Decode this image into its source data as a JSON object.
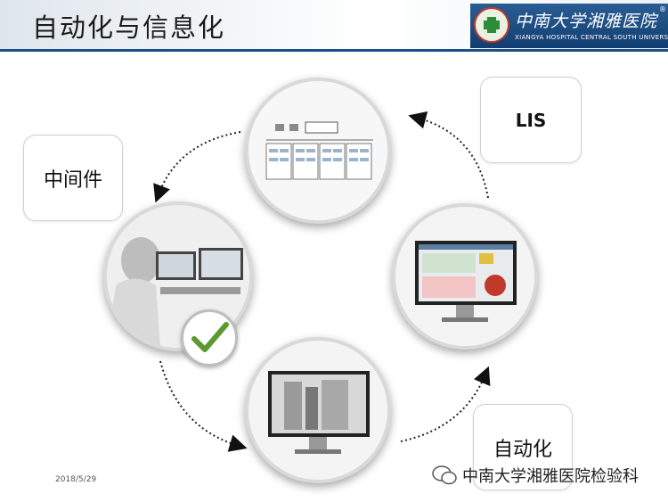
{
  "slide": {
    "title": "自动化与信息化",
    "logo": {
      "name_cn": "中南大学湘雅医院",
      "name_en": "XIANGYA HOSPITAL CENTRAL SOUTH UNIVERSITY",
      "reg_mark": "®"
    },
    "labels": {
      "middleware": "中间件",
      "lis": "LIS",
      "automation": "自动化"
    },
    "date": "2018/5/29",
    "watermark": "中南大学湘雅医院检验科"
  },
  "icons": [
    "hospital-seal-icon",
    "checkmark-icon",
    "wechat-icon",
    "cycle-arrow-icon"
  ],
  "colors": {
    "header_bar": "#1c4f86",
    "logo_bg": "#123e70",
    "check_green": "#5a9a2e",
    "alarm_red": "#c0392b"
  }
}
